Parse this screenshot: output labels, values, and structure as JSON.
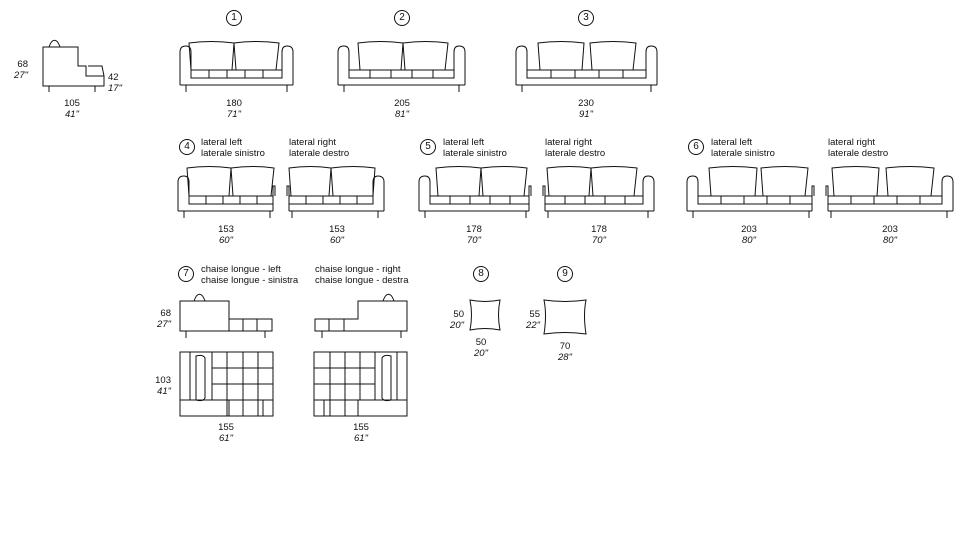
{
  "side": {
    "h1": "68",
    "h1_in": "27\"",
    "h2": "42",
    "h2_in": "17\"",
    "d": "105",
    "d_in": "41\""
  },
  "sofas": [
    {
      "num": "1",
      "w": "180",
      "w_in": "71\""
    },
    {
      "num": "2",
      "w": "205",
      "w_in": "81\""
    },
    {
      "num": "3",
      "w": "230",
      "w_in": "91\""
    }
  ],
  "laterals": [
    {
      "num": "4",
      "left_l1": "lateral left",
      "left_l2": "laterale sinistro",
      "right_l1": "lateral right",
      "right_l2": "laterale destro",
      "w_left": "153",
      "w_left_in": "60\"",
      "w_right": "153",
      "w_right_in": "60\""
    },
    {
      "num": "5",
      "left_l1": "lateral left",
      "left_l2": "laterale sinistro",
      "right_l1": "lateral right",
      "right_l2": "laterale destro",
      "w_left": "178",
      "w_left_in": "70\"",
      "w_right": "178",
      "w_right_in": "70\""
    },
    {
      "num": "6",
      "left_l1": "lateral left",
      "left_l2": "laterale sinistro",
      "right_l1": "lateral right",
      "right_l2": "laterale destro",
      "w_left": "203",
      "w_left_in": "80\"",
      "w_right": "203",
      "w_right_in": "80\""
    }
  ],
  "chaise": {
    "num": "7",
    "left_l1": "chaise longue - left",
    "left_l2": "chaise longue - sinistra",
    "right_l1": "chaise longue - right",
    "right_l2": "chaise longue - destra",
    "h": "68",
    "h_in": "27\"",
    "d": "103",
    "d_in": "41\"",
    "w_left": "155",
    "w_left_in": "61\"",
    "w_right": "155",
    "w_right_in": "61\""
  },
  "cushions": [
    {
      "num": "8",
      "h": "50",
      "h_in": "20\"",
      "w": "50",
      "w_in": "20\""
    },
    {
      "num": "9",
      "h": "55",
      "h_in": "22\"",
      "w": "70",
      "w_in": "28\""
    }
  ]
}
